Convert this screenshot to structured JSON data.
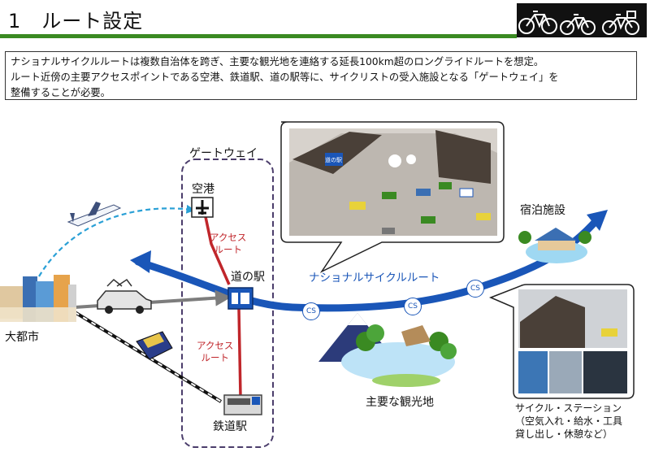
{
  "header": {
    "title": "1　ルート設定"
  },
  "intro": {
    "lines": [
      "ナショナルサイクルルートは複数自治体を跨ぎ、主要な観光地を連絡する延長100km超のロングライドルートを想定。",
      "ルート近傍の主要アクセスポイントである空港、鉄道駅、道の駅等に、サイクリストの受入施設となる「ゲートウェイ」を",
      "整備することが必要。"
    ]
  },
  "diagram": {
    "gateway_label": "ゲートウェイ",
    "airport_label": "空港",
    "michinoeki_label": "道の駅",
    "railway_label": "鉄道駅",
    "access_route_top": [
      "アクセス",
      "ルート"
    ],
    "access_route_bottom": [
      "アクセス",
      "ルート"
    ],
    "national_route_label": "ナショナルサイクルルート",
    "cs_markers": [
      "CS",
      "CS",
      "CS"
    ],
    "city_label": "大都市",
    "lodging_label": "宿泊施設",
    "tourist_label": "主要な観光地",
    "cycle_station_caption": [
      "サイクル・ステーション",
      "（空気入れ・給水・工具",
      "貸し出し・休憩など）"
    ],
    "sign_text": "道の駅"
  },
  "colors": {
    "accent_green": "#3a8a22",
    "route_blue": "#1a56b8",
    "access_red": "#c0262b",
    "dashed_cyan": "#2aa0d6"
  }
}
